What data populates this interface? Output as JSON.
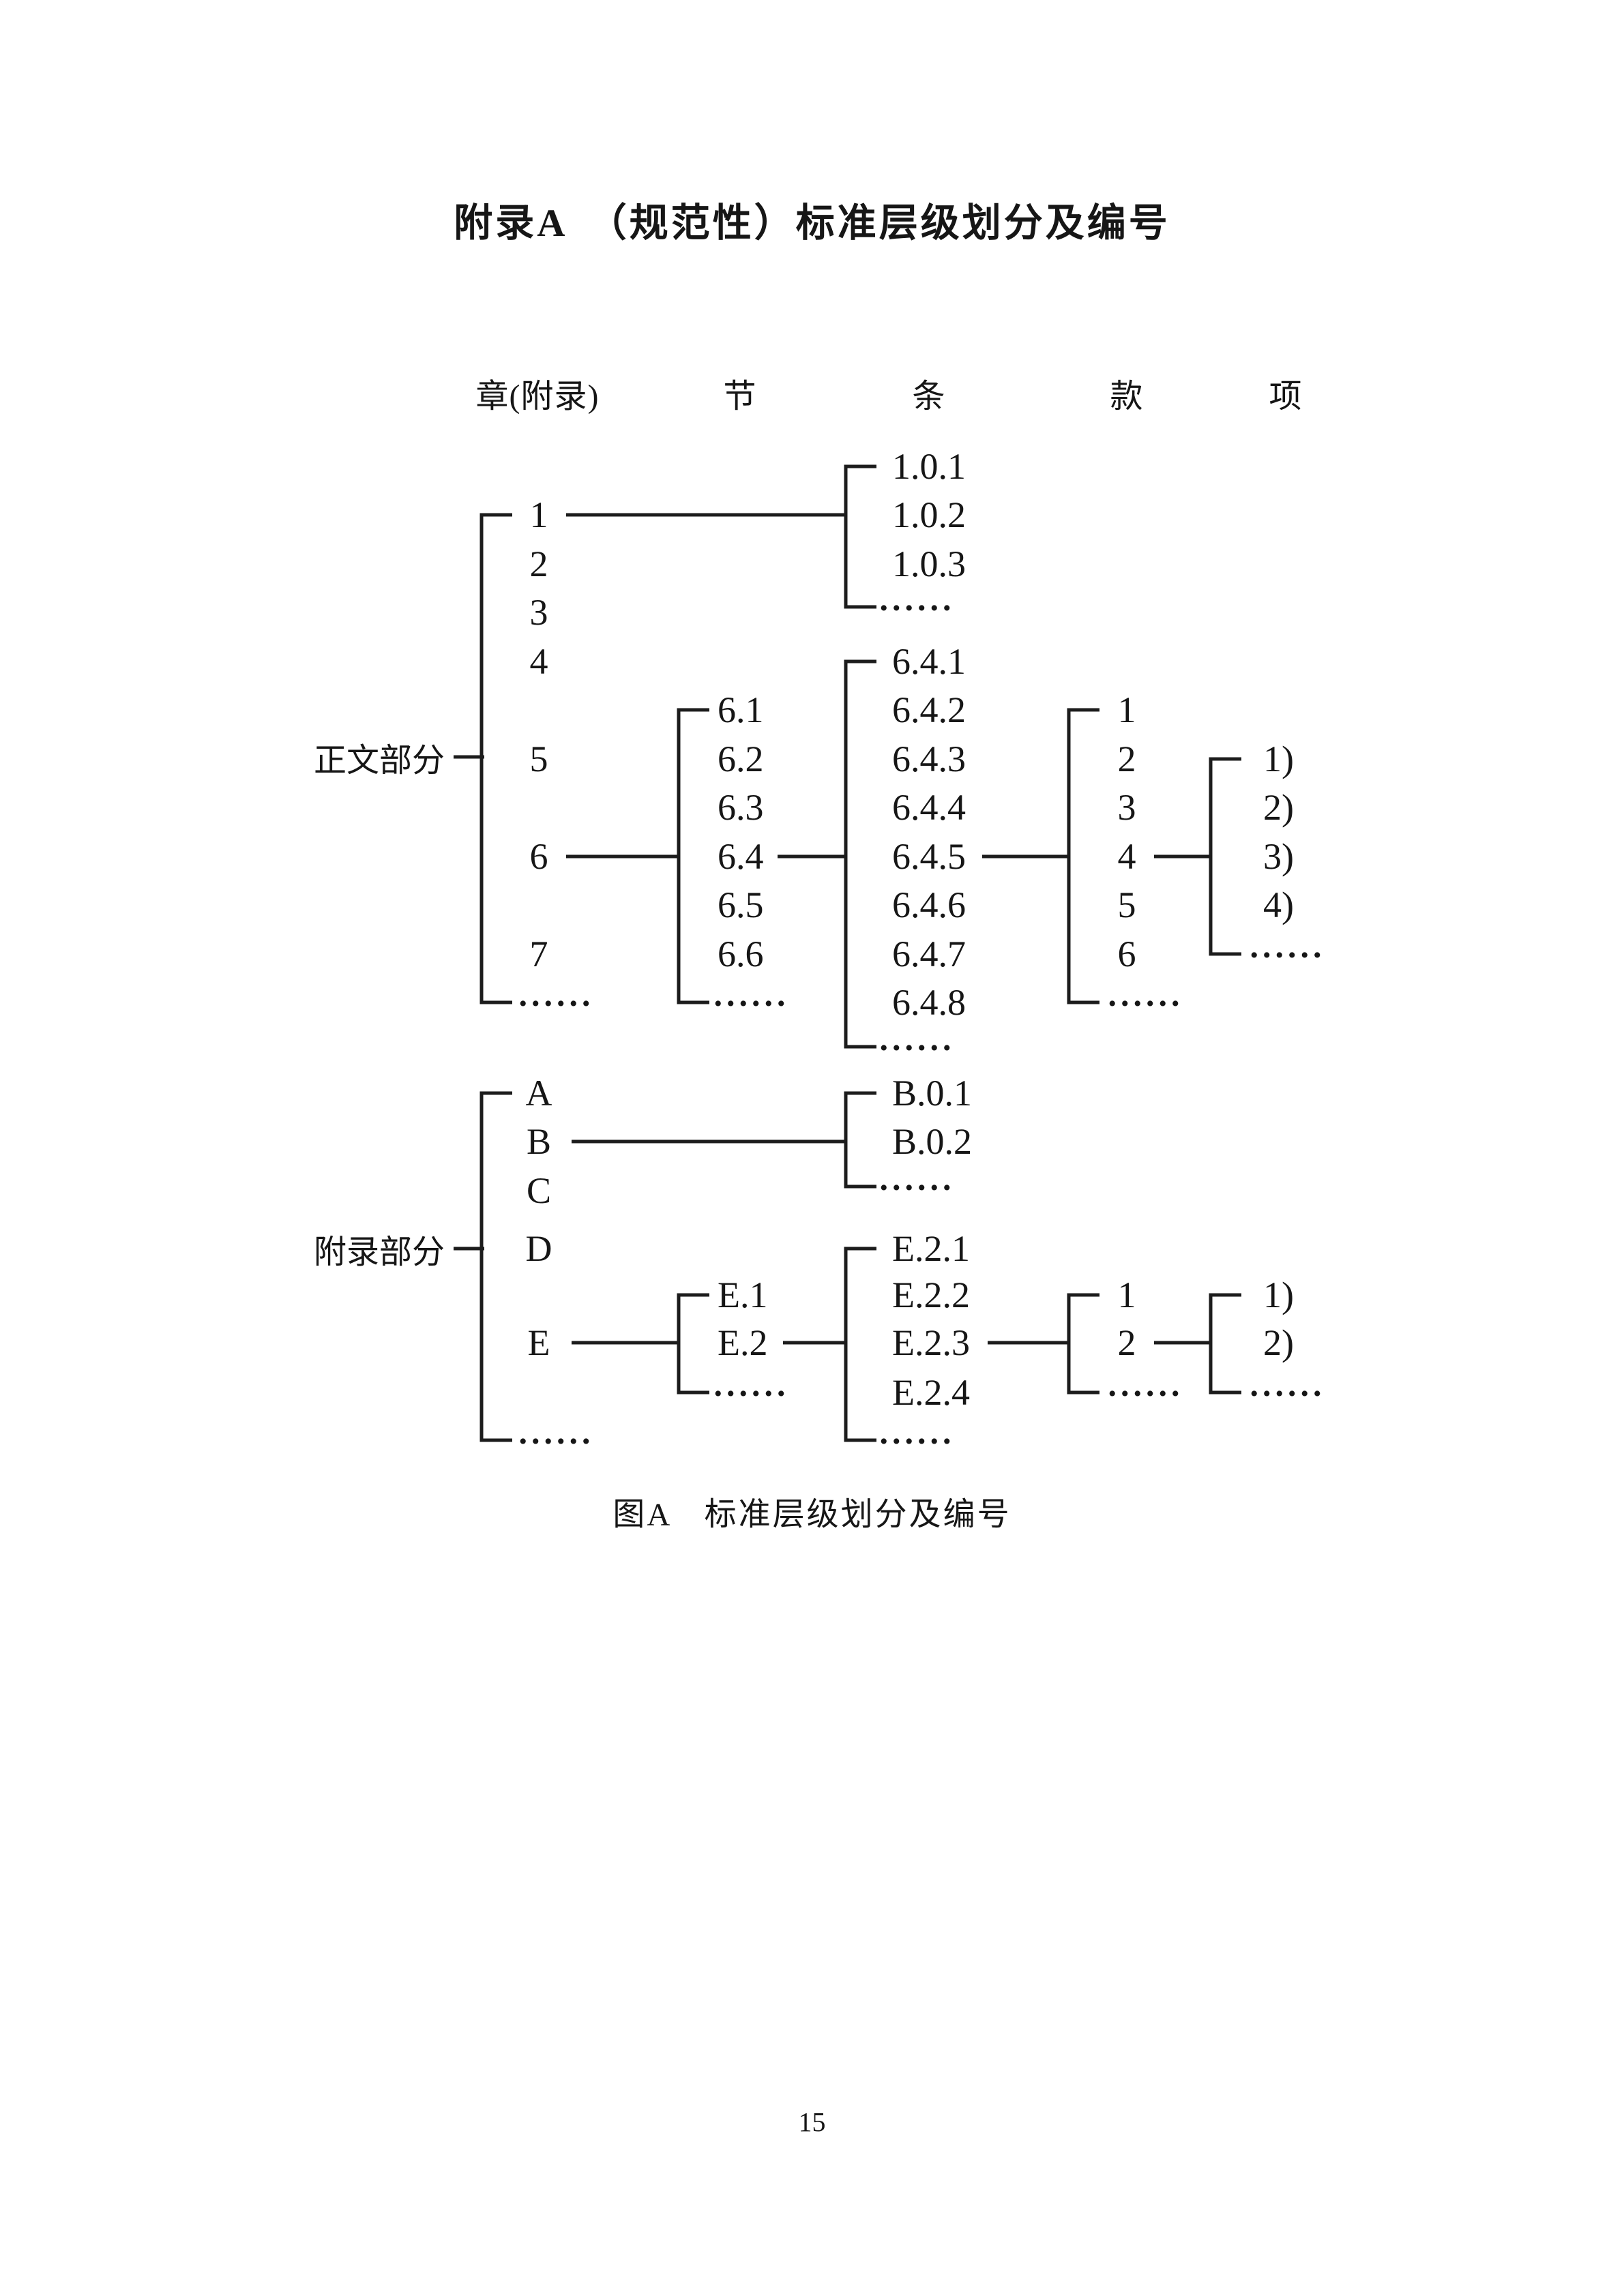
{
  "page": {
    "title": "附录A　（规范性）标准层级划分及编号",
    "caption": "图A　标准层级划分及编号",
    "page_number": "15"
  },
  "headers": {
    "chapter": "章(附录)",
    "section": "节",
    "article": "条",
    "clause": "款",
    "item": "项"
  },
  "main_part": {
    "label": "正文部分",
    "chapters": [
      "1",
      "2",
      "3",
      "4",
      "5",
      "6",
      "7",
      "......"
    ],
    "sections": [
      "6.1",
      "6.2",
      "6.3",
      "6.4",
      "6.5",
      "6.6",
      "......"
    ],
    "articles_chapter1": [
      "1.0.1",
      "1.0.2",
      "1.0.3",
      "......"
    ],
    "articles_section64": [
      "6.4.1",
      "6.4.2",
      "6.4.3",
      "6.4.4",
      "6.4.5",
      "6.4.6",
      "6.4.7",
      "6.4.8",
      "......"
    ],
    "clauses": [
      "1",
      "2",
      "3",
      "4",
      "5",
      "6",
      "......"
    ],
    "items": [
      "1)",
      "2)",
      "3)",
      "4)",
      "......"
    ]
  },
  "appendix_part": {
    "label": "附录部分",
    "chapters": [
      "A",
      "B",
      "C",
      "D",
      "E",
      "......"
    ],
    "sections": [
      "E.1",
      "E.2",
      "......"
    ],
    "articles_appendixB": [
      "B.0.1",
      "B.0.2",
      "......"
    ],
    "articles_sectionE2": [
      "E.2.1",
      "E.2.2",
      "E.2.3",
      "E.2.4",
      "......"
    ],
    "clauses": [
      "1",
      "2",
      "......"
    ],
    "items": [
      "1)",
      "2)",
      "......"
    ]
  }
}
